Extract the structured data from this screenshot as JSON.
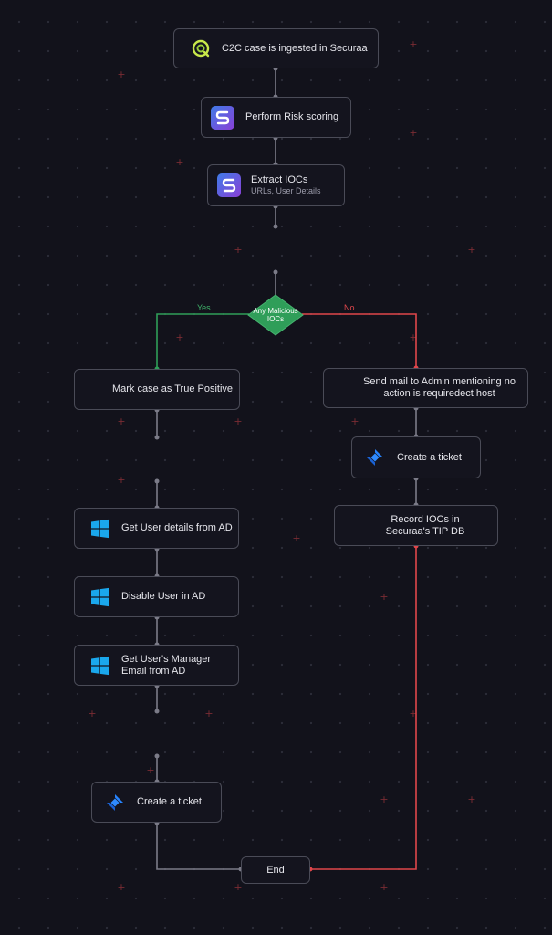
{
  "colors": {
    "background": "#12121b",
    "node_border": "#4a4b57",
    "yes_path": "#2f9e59",
    "no_path": "#e0464b",
    "decision_fill": "#2f9e59",
    "connector": "#7b7b88"
  },
  "nodes": {
    "ingest": {
      "label": "C2C case is ingested in Securaa",
      "icon": "q-logo-icon"
    },
    "risk": {
      "label": "Perform Risk scoring",
      "icon": "securaa-logo-icon"
    },
    "extract": {
      "label": "Extract IOCs",
      "sublabel": "URLs, User Details",
      "icon": "securaa-logo-icon"
    },
    "decision": {
      "label": "Any Malicious IOCs"
    },
    "true_positive": {
      "label": "Mark case as True Positive"
    },
    "send_mail": {
      "label": "Send mail to Admin mentioning no action is requiredect host"
    },
    "ticket_right": {
      "label": "Create a ticket",
      "icon": "jira-icon"
    },
    "record_iocs": {
      "label": "Record IOCs in Securaa's TIP DB"
    },
    "get_user": {
      "label": "Get User details from AD",
      "icon": "windows-icon"
    },
    "disable_user": {
      "label": "Disable User in AD",
      "icon": "windows-icon"
    },
    "get_manager": {
      "label": "Get User's Manager Email from AD",
      "icon": "windows-icon"
    },
    "ticket_left": {
      "label": "Create a ticket",
      "icon": "jira-icon"
    },
    "end": {
      "label": "End"
    }
  },
  "edges": {
    "yes_label": "Yes",
    "no_label": "No"
  }
}
